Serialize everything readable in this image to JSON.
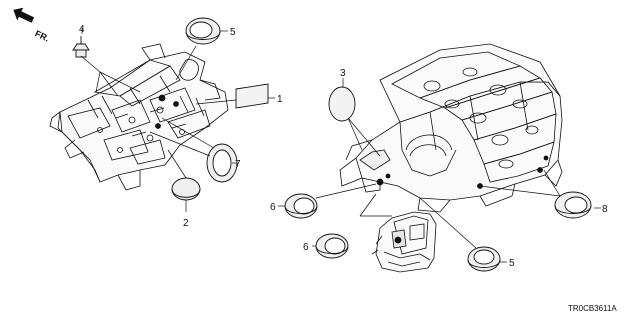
{
  "orientation": {
    "label": "FR."
  },
  "callouts": {
    "c1": "1",
    "c2": "2",
    "c3": "3",
    "c4": "4",
    "c5a": "5",
    "c5b": "5",
    "c6a": "6",
    "c6b": "6",
    "c7": "7",
    "c8": "8"
  },
  "diagram_code": "TR0CB3611A",
  "colors": {
    "line": "#111111",
    "part_fill": "#eeeeee",
    "paper": "#ffffff"
  }
}
